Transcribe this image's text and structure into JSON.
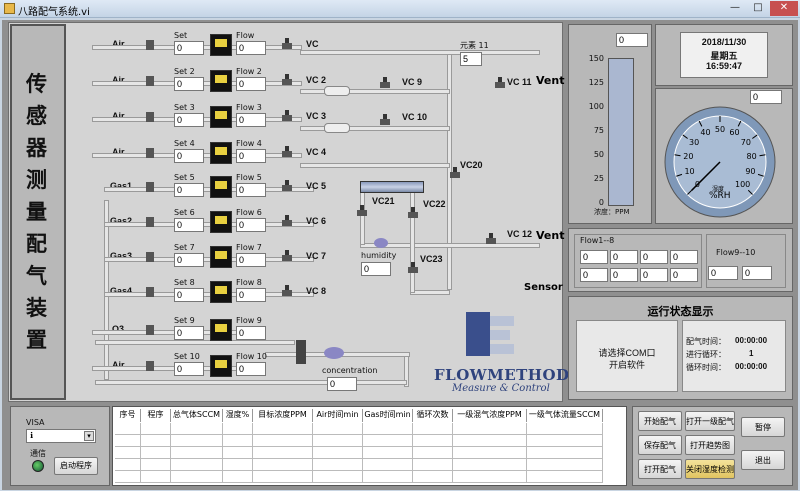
{
  "window": {
    "title": "八路配气系统.vi"
  },
  "side_title": [
    "传",
    "感",
    "器",
    "测",
    "量",
    "配",
    "气",
    "装",
    "置"
  ],
  "lines": [
    {
      "gas": "Air",
      "set": "Set",
      "set_val": "0",
      "flow": "Flow",
      "flow_val": "0",
      "vc": "VC"
    },
    {
      "gas": "Air",
      "set": "Set 2",
      "set_val": "0",
      "flow": "Flow 2",
      "flow_val": "0",
      "vc": "VC 2"
    },
    {
      "gas": "Air",
      "set": "Set 3",
      "set_val": "0",
      "flow": "Flow 3",
      "flow_val": "0",
      "vc": "VC 3"
    },
    {
      "gas": "Air",
      "set": "Set 4",
      "set_val": "0",
      "flow": "Flow 4",
      "flow_val": "0",
      "vc": "VC 4"
    },
    {
      "gas": "Gas1",
      "set": "Set 5",
      "set_val": "0",
      "flow": "Flow 5",
      "flow_val": "0",
      "vc": "VC 5"
    },
    {
      "gas": "Gas2",
      "set": "Set 6",
      "set_val": "0",
      "flow": "Flow 6",
      "flow_val": "0",
      "vc": "VC 6"
    },
    {
      "gas": "Gas3",
      "set": "Set 7",
      "set_val": "0",
      "flow": "Flow 7",
      "flow_val": "0",
      "vc": "VC 7"
    },
    {
      "gas": "Gas4",
      "set": "Set 8",
      "set_val": "0",
      "flow": "Flow 8",
      "flow_val": "0",
      "vc": "VC 8"
    },
    {
      "gas": "O3",
      "set": "Set 9",
      "set_val": "0",
      "flow": "Flow 9",
      "flow_val": "0",
      "vc": ""
    },
    {
      "gas": "Air",
      "set": "Set 10",
      "set_val": "0",
      "flow": "Flow 10",
      "flow_val": "0",
      "vc": ""
    }
  ],
  "diagram": {
    "vc9": "VC 9",
    "vc10": "VC 10",
    "vc11": "VC 11",
    "vc12": "VC 12",
    "vc20": "VC20",
    "vc21": "VC21",
    "vc22": "VC22",
    "vc23": "VC23",
    "vent1": "Vent",
    "vent2": "Vent",
    "sensor": "Sensor",
    "element_label": "元素 11",
    "element_val": "5",
    "humidity_label": "humidity",
    "humidity_val": "0",
    "conc_label": "concentration",
    "conc_val": "0"
  },
  "logo": {
    "brand": "FLOWMETHOD",
    "tagline": "Measure & Control"
  },
  "ppm_gauge": {
    "value": "0",
    "ticks": [
      "150",
      "125",
      "100",
      "75",
      "50",
      "25",
      "0"
    ],
    "unit": "浓度：PPM",
    "level": 0
  },
  "datetime": {
    "date": "2018/11/30",
    "weekday": "星期五",
    "time": "16:59:47"
  },
  "humidity_gauge": {
    "value": "0",
    "ticks": [
      "0",
      "10",
      "20",
      "30",
      "40",
      "50",
      "60",
      "70",
      "80",
      "90",
      "100"
    ],
    "label": "湿度",
    "unit": "%RH"
  },
  "flow_panel": {
    "label_a": "Flow1--8",
    "label_b": "Flow9--10",
    "values_a": [
      "0",
      "0",
      "0",
      "0",
      "0",
      "0",
      "0",
      "0"
    ],
    "values_b": [
      "0",
      "0"
    ]
  },
  "status": {
    "title": "运行状态显示",
    "msg1": "请选择COM口",
    "msg2": "开启软件",
    "peiqi_label": "配气时间：",
    "peiqi_val": "00:00:00",
    "cycle_label": "进行循环：",
    "cycle_val": "1",
    "loop_label": "循环时间：",
    "loop_val": "00:00:00"
  },
  "visa": {
    "label": "VISA",
    "comm_label": "通信",
    "start_btn": "启动程序",
    "io_prefix": "ℹ"
  },
  "table": {
    "headers": [
      "序号",
      "程序",
      "总气体SCCM",
      "湿度%",
      "目标浓度PPM",
      "Air时间min",
      "Gas时间min",
      "循环次数",
      "一级混气浓度PPM",
      "一级气体流量SCCM"
    ]
  },
  "buttons": {
    "start_mix": "开始配气",
    "open_level1": "打开一级配气",
    "pause": "暂停",
    "save_mix": "保存配气",
    "open_curve": "打开趋势图",
    "open_mix": "打开配气",
    "close_hum": "关闭湿度检测",
    "exit": "退出"
  }
}
